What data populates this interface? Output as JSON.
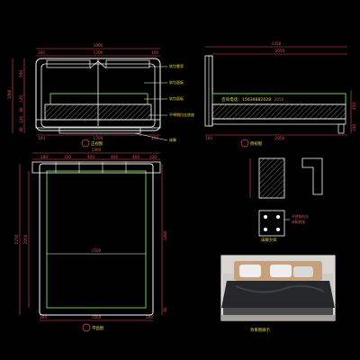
{
  "colors": {
    "background": "#000000",
    "outline": "#ffffff",
    "dimension": "#e0525a",
    "mattress": "#7ce05c",
    "hatch": "#9a9a9a",
    "label": "#e8d44a",
    "note": "#c05a5a"
  },
  "front_view": {
    "top_dims": [
      "1900"
    ],
    "top_sub_dims": [
      "100",
      "1700",
      "100"
    ],
    "left_dims": [
      "1000",
      "500",
      "120",
      "80",
      "120",
      "90"
    ],
    "bottom_dims": [
      "100",
      "1700",
      "100"
    ],
    "annotations": [
      "软包靠背",
      "软包面板",
      "软包面板",
      "不锈钢拉丝底座",
      "床脚"
    ],
    "caption": "正视图"
  },
  "side_view": {
    "top_dims": [
      "2250",
      "2050"
    ],
    "right_dims": [
      "450",
      "100"
    ],
    "bottom_dims": [
      "100",
      "2050"
    ],
    "phone_label": "咨询电话：15639882028",
    "mid_dim": "2050",
    "caption": "侧视图"
  },
  "plan_view": {
    "top_dims": [
      "1900"
    ],
    "top_sub_dims": [
      "280",
      "330",
      "400",
      "400",
      "400",
      "330"
    ],
    "left_dims": [
      "2250",
      "2050"
    ],
    "right_dims": [
      "1890",
      "60"
    ],
    "center_dim": "1500",
    "bottom_dims": [
      "200",
      "1500",
      "200"
    ],
    "caption": "平面图"
  },
  "detail": {
    "labels": [
      "不锈钢拉丝",
      "床脚底座"
    ],
    "caption": "床脚大样"
  },
  "photo": {
    "caption": "效果图展示"
  }
}
